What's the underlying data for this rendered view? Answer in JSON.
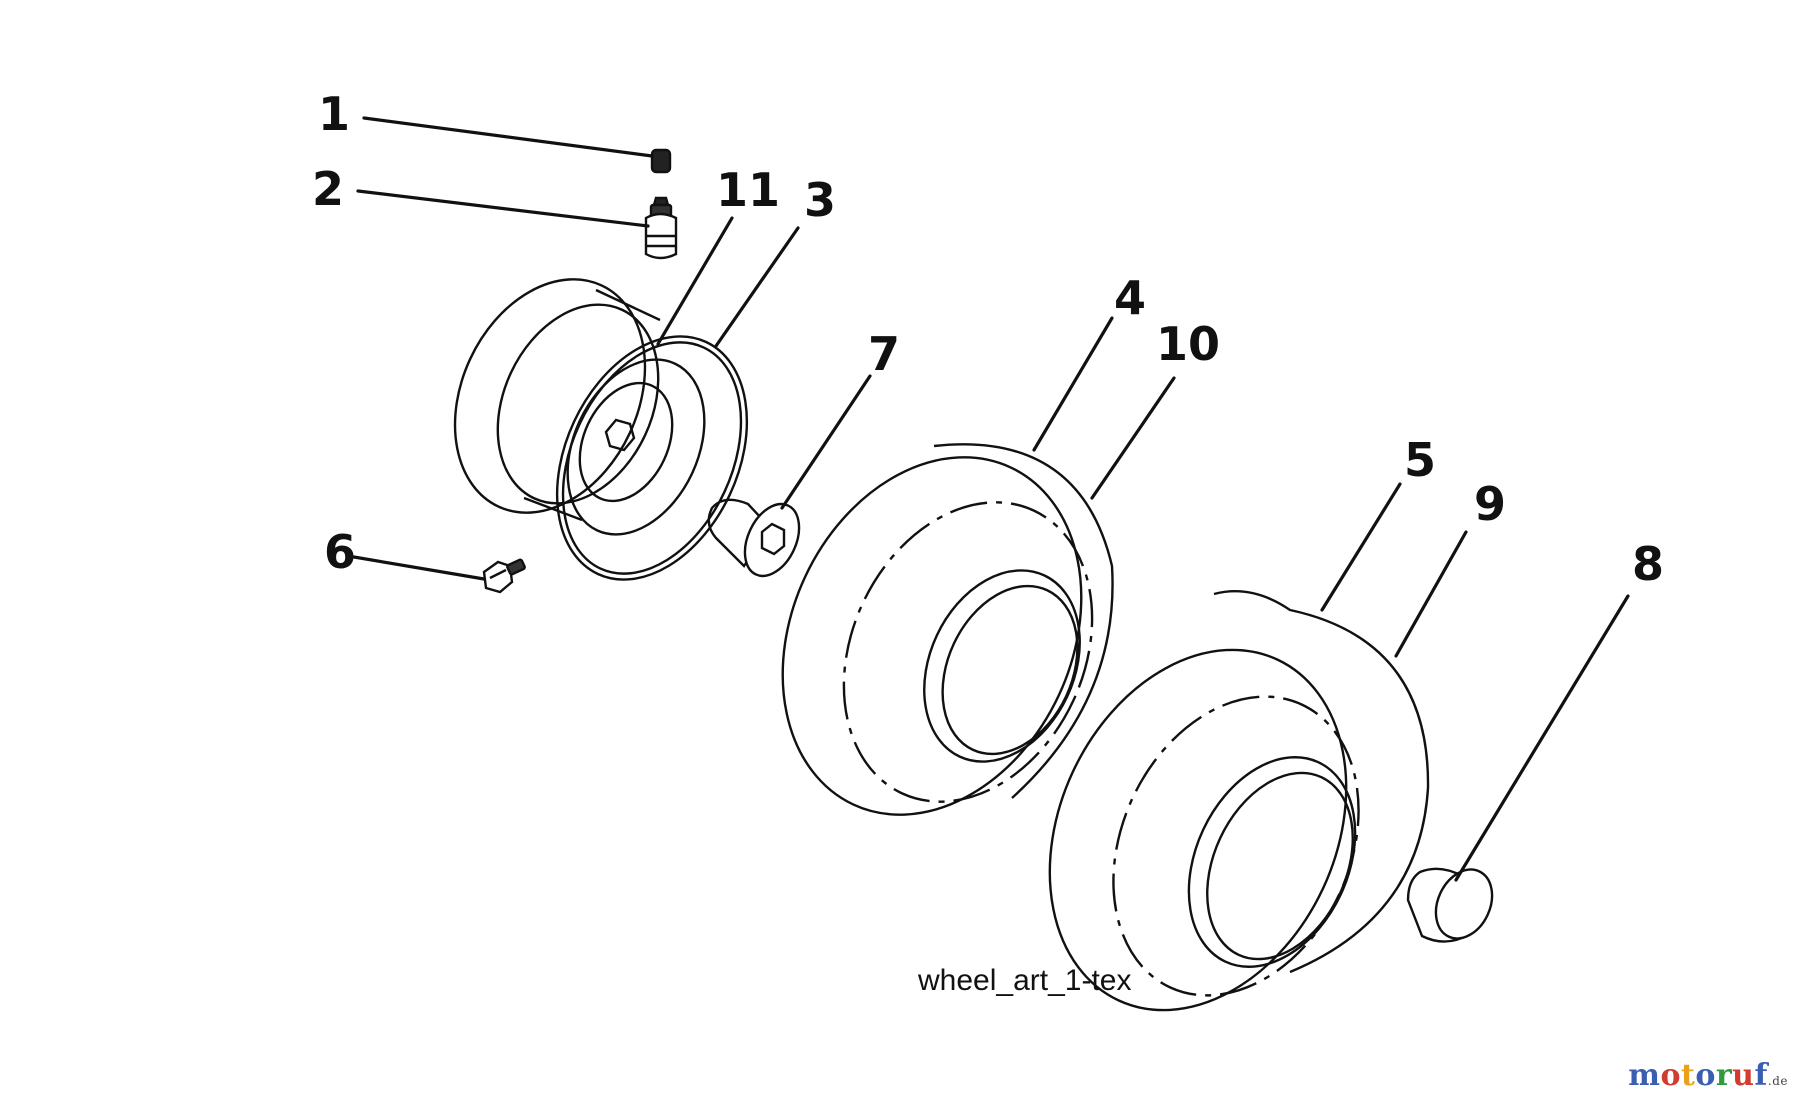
{
  "callouts": {
    "c1": "1",
    "c2": "2",
    "c3": "3",
    "c4": "4",
    "c5": "5",
    "c6": "6",
    "c7": "7",
    "c8": "8",
    "c9": "9",
    "c10": "10",
    "c11": "11"
  },
  "caption": "wheel_art_1-tex",
  "watermark": {
    "letters": [
      "m",
      "o",
      "t",
      "o",
      "r",
      "u",
      "f"
    ],
    "colors": [
      "#3b5fb0",
      "#d23b2f",
      "#e8a21a",
      "#3b5fb0",
      "#2f9a3e",
      "#d23b2f",
      "#3b5fb0"
    ],
    "suffix": ".de"
  }
}
